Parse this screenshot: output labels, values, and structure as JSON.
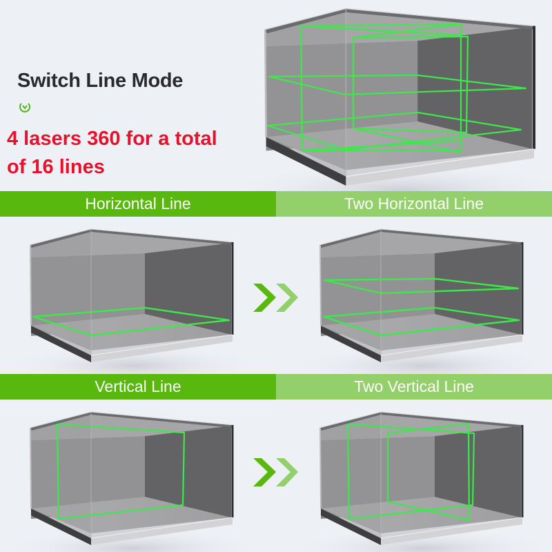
{
  "header": {
    "title": "Switch Line Mode",
    "icon": "chevron-circle-down-icon",
    "subtitle_line1": "4 lasers 360 for a total",
    "subtitle_line2": "of 16 lines"
  },
  "sections": [
    {
      "left_label": "Horizontal Line",
      "right_label": "Two Horizontal Line"
    },
    {
      "left_label": "Vertical Line",
      "right_label": "Two Vertical Line"
    }
  ],
  "arrows_icon": "double-chevron-right-icon",
  "colors": {
    "accent_green": "#58b80d",
    "light_green": "#93cf6a",
    "laser_green": "#3ee84a",
    "highlight_red": "#e8112d",
    "title_dark": "#2a2a2c",
    "background": "#edf0f5"
  }
}
